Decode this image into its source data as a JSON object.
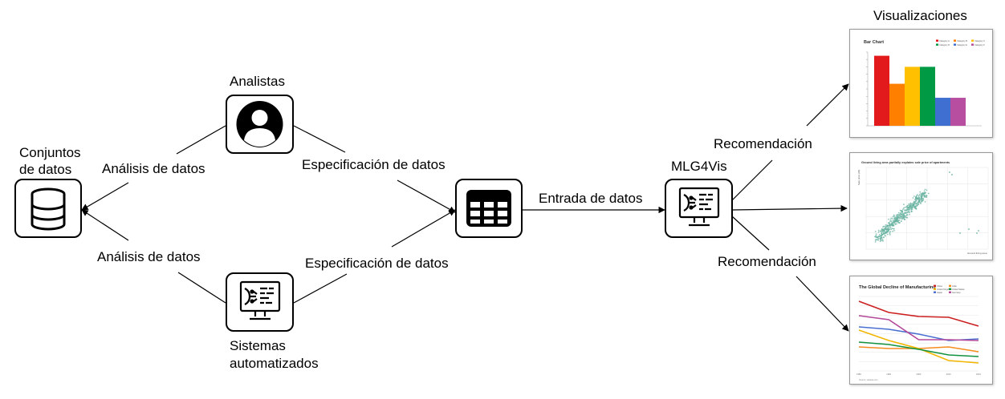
{
  "nodes": {
    "datasets": "Conjuntos\nde datos",
    "analysts": "Analistas",
    "systems": "Sistemas\nautomatizados",
    "mlg4vis": "MLG4Vis",
    "visualizations": "Visualizaciones"
  },
  "edges": {
    "analysis_top": "Análisis de datos",
    "analysis_bottom": "Análisis de datos",
    "spec_top": "Especificación de datos",
    "spec_bottom": "Especificación de datos",
    "input": "Entrada de datos",
    "rec_top": "Recomendación",
    "rec_bottom": "Recomendación"
  },
  "thumbnails": {
    "bar": {
      "title": "Bar Chart",
      "legend": [
        "Category A",
        "Category B",
        "Category C",
        "Category D",
        "Category E",
        "Category F"
      ],
      "colors": [
        "#e31a1c",
        "#ff7f00",
        "#ffc000",
        "#009a44",
        "#3f6fd1",
        "#b84ea0"
      ],
      "values": [
        95,
        57,
        80,
        80,
        38,
        38
      ],
      "ylim": [
        0,
        100
      ]
    },
    "scatter": {
      "title": "Ground living area partially explains sale price of apartments",
      "ylabel": "Sale price (k$)",
      "xlabel": "Ground living area",
      "color": "#69b3a2"
    },
    "line": {
      "title": "The Global Decline of Manufacturing",
      "legend": [
        "China",
        "India",
        "United Kingdom",
        "United States",
        "Japan",
        "Germany"
      ],
      "colors": [
        "#cc1f1f",
        "#f58c1e",
        "#f2b600",
        "#12923f",
        "#4a6fd0",
        "#b4489a"
      ],
      "x": [
        1980,
        1990,
        2000,
        2010,
        2019
      ],
      "source": "Source: statista.com"
    }
  }
}
